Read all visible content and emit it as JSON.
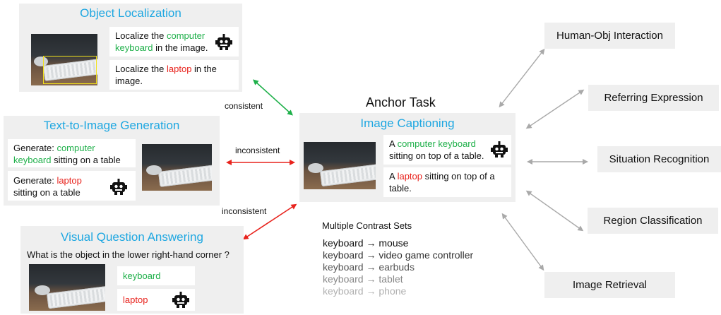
{
  "anchor": {
    "heading": "Anchor Task",
    "title": "Image Captioning",
    "caption1": {
      "pre": "A ",
      "hl": "computer keyboard",
      "post": " sitting on top of a table."
    },
    "caption2": {
      "pre": "A ",
      "hl": "laptop",
      "post": " sitting on top of a table."
    }
  },
  "object_localization": {
    "title": "Object Localization",
    "prompt1": {
      "pre": "Localize the ",
      "hl": "computer keyboard",
      "post": " in the image."
    },
    "prompt2": {
      "pre": "Localize the ",
      "hl": "laptop",
      "post": " in the image."
    }
  },
  "text_to_image": {
    "title": "Text-to-Image Generation",
    "prompt1": {
      "pre": "Generate: ",
      "hl": "computer keyboard",
      "post": " sitting on a table"
    },
    "prompt2": {
      "pre": "Generate: ",
      "hl": "laptop",
      "post": " sitting on a table"
    }
  },
  "vqa": {
    "title": "Visual Question Answering",
    "question": "What is the object in the lower right-hand corner ?",
    "answer1": "keyboard",
    "answer2": "laptop"
  },
  "relations": {
    "localization": "consistent",
    "text_to_image": "inconsistent",
    "vqa": "inconsistent"
  },
  "related_tasks": [
    "Human-Obj Interaction",
    "Referring Expression",
    "Situation Recognition",
    "Region Classification",
    "Image Retrieval"
  ],
  "contrast_sets": {
    "title": "Multiple Contrast Sets",
    "rows": [
      {
        "from": "keyboard",
        "arrow": "→",
        "to": "mouse"
      },
      {
        "from": "keyboard",
        "arrow": "→",
        "to": "video game controller"
      },
      {
        "from": "keyboard",
        "arrow": "→",
        "to": "earbuds"
      },
      {
        "from": "keyboard",
        "arrow": "→",
        "to": "tablet"
      },
      {
        "from": "keyboard",
        "arrow": "→",
        "to": "phone"
      }
    ],
    "row_colors": [
      "#111111",
      "#333333",
      "#555555",
      "#888888",
      "#b0b0b0"
    ]
  },
  "colors": {
    "title_blue": "#1ea7e1",
    "consistent_green": "#1fb04a",
    "inconsistent_red": "#e8231d",
    "related_gray": "#a9a9a9",
    "panel_bg": "#efefef"
  },
  "icons": {
    "robot": "robot-icon",
    "bbox": "bounding-box"
  }
}
